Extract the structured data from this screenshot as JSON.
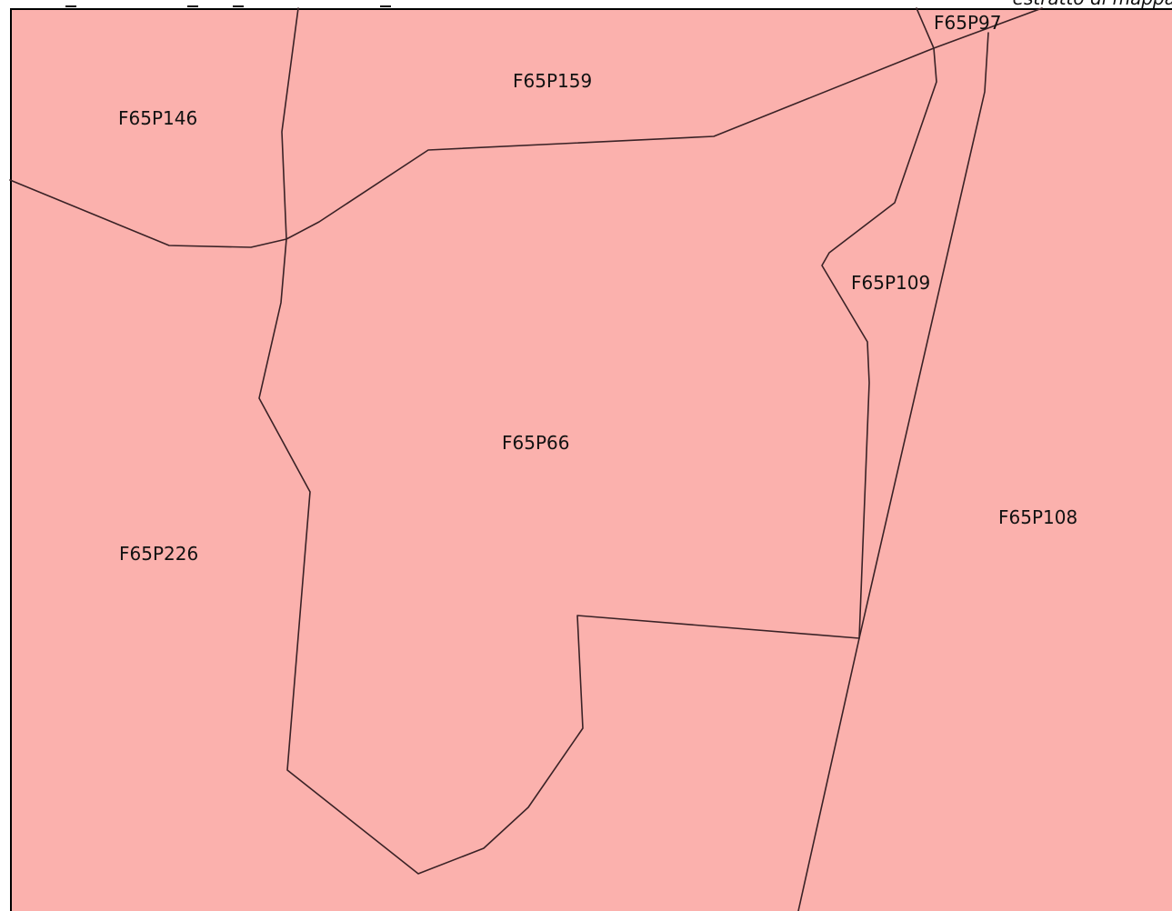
{
  "map": {
    "caption": "estratto di mappa",
    "fill_color": "#fbb1ad",
    "edge_color": "#3a2226",
    "frame_color": "#000000"
  },
  "parcels": [
    {
      "id": "F65P146",
      "label": "F65P146"
    },
    {
      "id": "F65P159",
      "label": "F65P159"
    },
    {
      "id": "F65P97",
      "label": "F65P97"
    },
    {
      "id": "F65P109",
      "label": "F65P109"
    },
    {
      "id": "F65P66",
      "label": "F65P66"
    },
    {
      "id": "F65P108",
      "label": "F65P108"
    },
    {
      "id": "F65P226",
      "label": "F65P226"
    }
  ]
}
